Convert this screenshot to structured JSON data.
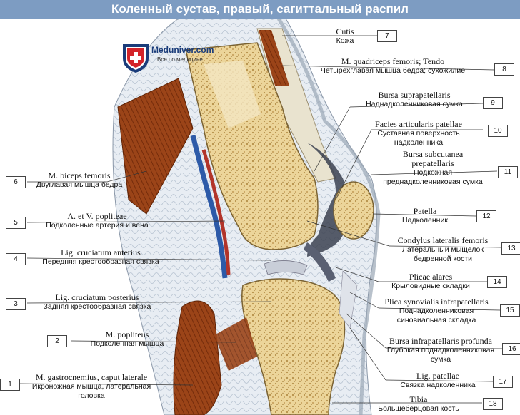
{
  "title": "Коленный сустав, правый, сагиттальный распил",
  "logo": {
    "name": "Meduniver.com",
    "tagline": "Все по медицине"
  },
  "labels": [
    {
      "n": "7",
      "latin": "Cutis",
      "russian": "Кожа"
    },
    {
      "n": "8",
      "latin": "M. quadriceps femoris; Tendo",
      "russian": "Четырехглавая мышца бедра; сухожилие"
    },
    {
      "n": "9",
      "latin": "Bursa suprapatellaris",
      "russian": "Наднадколенниковая сумка"
    },
    {
      "n": "10",
      "latin": "Facies articularis patellae",
      "russian": "Суставная поверхность",
      "russian2": "надколенника"
    },
    {
      "n": "11",
      "latin": "Bursa subcutanea",
      "latin2": "prepatellaris",
      "russian": "Подкожная",
      "russian2": "преднадколенниковая сумка"
    },
    {
      "n": "12",
      "latin": "Patella",
      "russian": "Надколенник"
    },
    {
      "n": "13",
      "latin": "Condylus lateralis femoris",
      "russian": "Латеральный мыщелок",
      "russian2": "бедренной кости"
    },
    {
      "n": "14",
      "latin": "Plicae alares",
      "russian": "Крыловидные складки"
    },
    {
      "n": "15",
      "latin": "Plica synovialis infrapatellaris",
      "russian": "Поднадколенниковая",
      "russian2": "синовиальная складка"
    },
    {
      "n": "16",
      "latin": "Bursa infrapatellaris profunda",
      "russian": "Глубокая поднадколенниковая",
      "russian2": "сумка"
    },
    {
      "n": "17",
      "latin": "Lig. patellae",
      "russian": "Связка надколенника"
    },
    {
      "n": "18",
      "latin": "Tibia",
      "russian": "Большеберцовая кость"
    },
    {
      "n": "6",
      "latin": "M. biceps femoris",
      "russian": "Двуглавая мышца бедра"
    },
    {
      "n": "5",
      "latin": "A. et V. popliteae",
      "russian": "Подколенные артерия и вена"
    },
    {
      "n": "4",
      "latin": "Lig. cruciatum anterius",
      "russian": "Передняя крестообразная связка"
    },
    {
      "n": "3",
      "latin": "Lig. cruciatum posterius",
      "russian": "Задняя крестообразная связка"
    },
    {
      "n": "2",
      "latin": "M. popliteus",
      "russian": "Подколенная мышца"
    },
    {
      "n": "1",
      "latin": "M. gastrocnemius, caput laterale",
      "russian": "Икроножная мышца, латеральная",
      "russian2": "головка"
    }
  ]
}
